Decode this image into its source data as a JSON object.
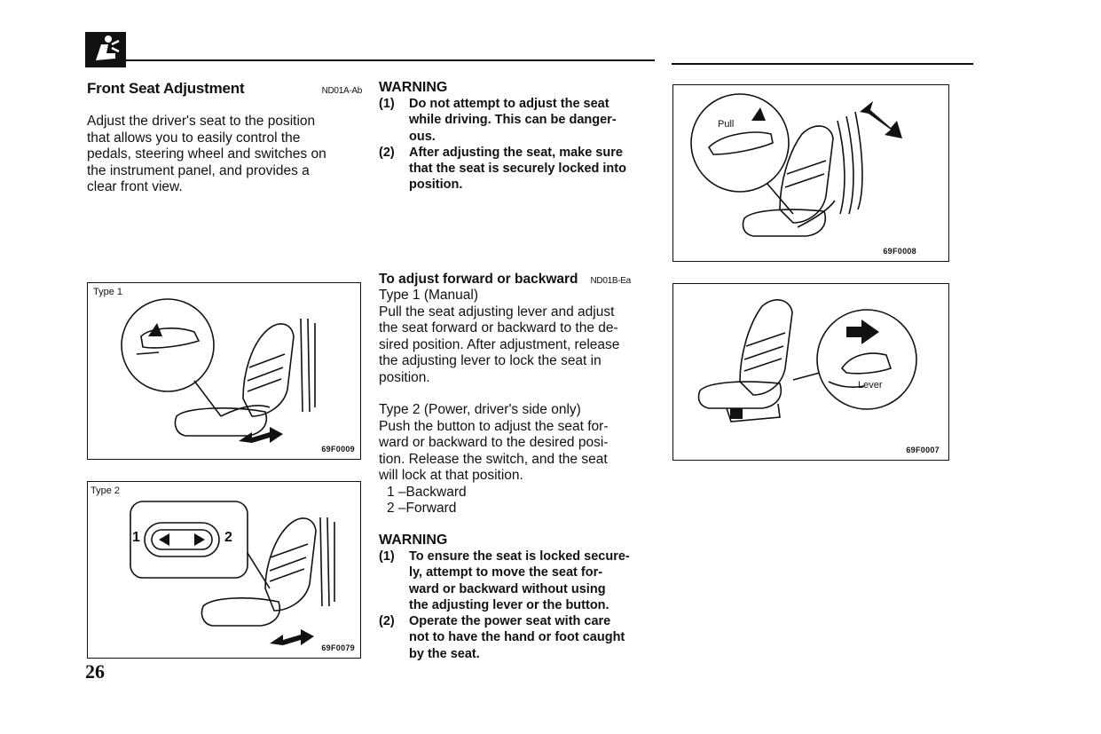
{
  "header": {
    "icon": "seat-adjust-icon"
  },
  "left": {
    "title": "Front Seat Adjustment",
    "code": "ND01A-Ab",
    "paragraph": [
      "Adjust the driver's seat to the position",
      "that allows you to easily control the",
      "pedals, steering wheel and switches on",
      "the instrument panel, and provides a",
      "clear front view."
    ]
  },
  "warning1": {
    "title": "WARNING",
    "items": [
      {
        "num": "(1)",
        "lines": [
          "Do not attempt to adjust the seat",
          "while driving. This can be danger-",
          "ous."
        ]
      },
      {
        "num": "(2)",
        "lines": [
          "After adjusting the seat, make sure",
          "that the seat is securely locked into",
          "position."
        ]
      }
    ]
  },
  "adjust": {
    "title": "To adjust forward or backward",
    "code": "ND01B-Ea",
    "type1_title": "Type 1 (Manual)",
    "type1_lines": [
      "Pull the seat adjusting lever and adjust",
      "the seat forward or backward to the de-",
      "sired position. After adjustment, release",
      "the adjusting lever to lock the seat in",
      "position."
    ],
    "type2_title": "Type 2 (Power, driver's side only)",
    "type2_lines": [
      "Push the button to adjust the seat for-",
      "ward or backward to the desired posi-",
      "tion. Release the switch, and the seat",
      "will lock at that position."
    ],
    "list": [
      "1 –Backward",
      "2 –Forward"
    ]
  },
  "warning2": {
    "title": "WARNING",
    "items": [
      {
        "num": "(1)",
        "lines": [
          "To ensure the seat is locked secure-",
          "ly, attempt to move the seat for-",
          "ward or backward without using",
          "the adjusting lever or the button."
        ]
      },
      {
        "num": "(2)",
        "lines": [
          "Operate the power seat with care",
          "not to have the hand or foot caught",
          "by the seat."
        ]
      }
    ]
  },
  "figures": {
    "type1": {
      "label": "Type 1",
      "code": "69F0009"
    },
    "type2": {
      "label": "Type 2",
      "code": "69F0079",
      "num1": "1",
      "num2": "2"
    },
    "pull": {
      "label": "Pull",
      "code": "69F0008"
    },
    "lever": {
      "label": "Lever",
      "code": "69F0007"
    }
  },
  "page_number": "26"
}
